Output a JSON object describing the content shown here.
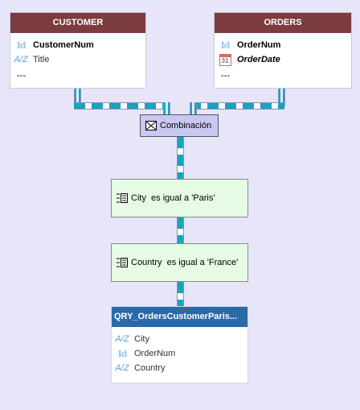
{
  "tables": [
    {
      "title": "CUSTOMER",
      "fields": [
        {
          "icon": "id-icon",
          "name": "CustomerNum",
          "bold": true,
          "italic": false
        },
        {
          "icon": "az-icon",
          "name": "Title",
          "bold": false,
          "italic": false
        }
      ],
      "more": "---"
    },
    {
      "title": "ORDERS",
      "fields": [
        {
          "icon": "id-icon",
          "name": "OrderNum",
          "bold": true,
          "italic": false
        },
        {
          "icon": "calendar-icon",
          "name": "OrderDate",
          "bold": true,
          "italic": true
        }
      ],
      "more": "---"
    }
  ],
  "join": {
    "label": "Combinación",
    "icon": "join-icon"
  },
  "filters": [
    {
      "label": "City  es igual a 'Paris'",
      "icon": "filter-icon"
    },
    {
      "label": "Country  es igual a 'France'",
      "icon": "filter-icon"
    }
  ],
  "result": {
    "title": "QRY_OrdersCustomerParis...",
    "fields": [
      {
        "icon": "az-icon",
        "name": "City"
      },
      {
        "icon": "id-icon",
        "name": "OrderNum"
      },
      {
        "icon": "az-icon",
        "name": "Country"
      }
    ]
  },
  "icon_glyphs": {
    "id": "Id",
    "az": "A/Z",
    "calendar": "31"
  },
  "colors": {
    "background": "#e6e6f8",
    "table_header": "#7c3c3f",
    "result_header": "#2a6aa8",
    "filter_fill": "#e6fbe3",
    "join_fill": "#c8c8f2",
    "pipe": "#18a4bc"
  }
}
